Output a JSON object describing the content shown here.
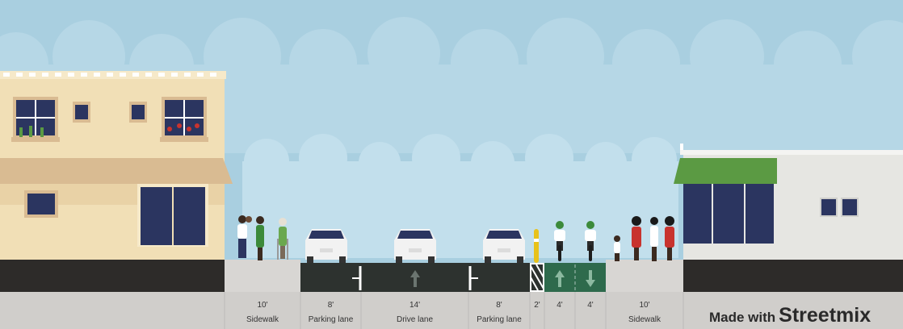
{
  "street": {
    "segments": [
      {
        "type": "sidewalk",
        "width_label": "10'",
        "name_label": "Sidewalk",
        "width_ft": 10
      },
      {
        "type": "parking-lane",
        "width_label": "8'",
        "name_label": "Parking lane",
        "width_ft": 8
      },
      {
        "type": "drive-lane",
        "width_label": "14'",
        "name_label": "Drive lane",
        "width_ft": 14
      },
      {
        "type": "parking-lane",
        "width_label": "8'",
        "name_label": "Parking lane",
        "width_ft": 8
      },
      {
        "type": "divider",
        "width_label": "2'",
        "name_label": "",
        "width_ft": 2
      },
      {
        "type": "bike-lane",
        "width_label": "4'",
        "name_label": "",
        "width_ft": 4
      },
      {
        "type": "bike-lane",
        "width_label": "4'",
        "name_label": "",
        "width_ft": 4
      },
      {
        "type": "sidewalk",
        "width_label": "10'",
        "name_label": "Sidewalk",
        "width_ft": 10
      }
    ]
  },
  "watermark": {
    "made_with": "Made with",
    "brand": "Streetmix"
  },
  "colors": {
    "sky": "#a9cfe0",
    "clouds": "#bcdbe8",
    "asphalt": "#2d322f",
    "bike_lane": "#2e6a4c",
    "sidewalk": "#d8d6d3",
    "footer": "#d0cecb",
    "building_left": "#f1dfb6",
    "awning_left": "#d9bb92",
    "building_right": "#e6e6e2",
    "awning_right": "#5b9a43"
  },
  "icons": {
    "drive_arrow": "arrow-up-icon",
    "bike_left_arrow": "arrow-up-icon",
    "bike_right_arrow": "arrow-down-icon"
  }
}
